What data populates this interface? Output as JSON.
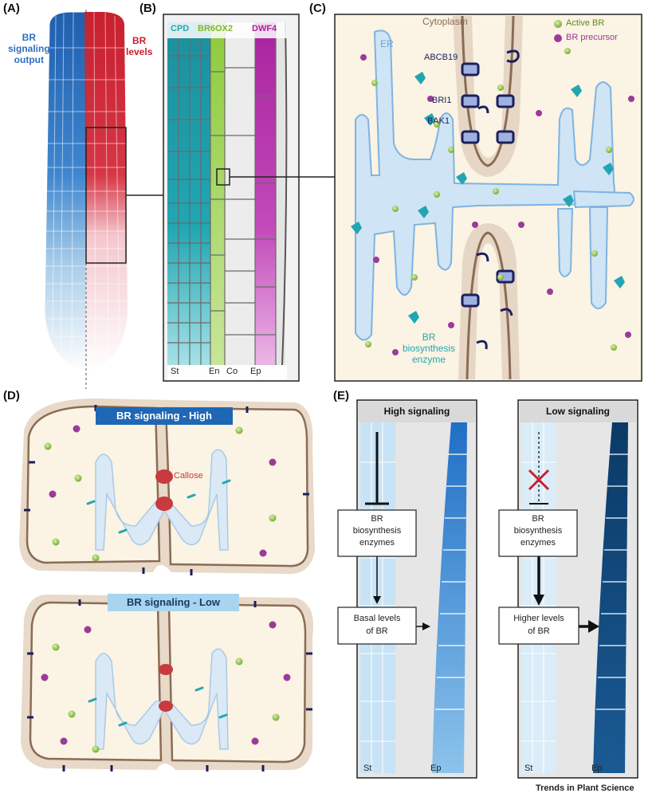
{
  "panels": {
    "a": {
      "letter": "(A)",
      "signaling_label_1": "BR",
      "signaling_label_2": "signaling",
      "signaling_label_3": "output",
      "levels_label_1": "BR",
      "levels_label_2": "levels"
    },
    "b": {
      "letter": "(B)",
      "genes": [
        "CPD",
        "BR6OX2",
        "DWF4"
      ],
      "tissues": [
        "St",
        "En",
        "Co",
        "Ep"
      ]
    },
    "c": {
      "letter": "(C)",
      "cytoplasm": "Cytoplasm",
      "er": "ER",
      "abcb19": "ABCB19",
      "bri1": "BRI1",
      "bak1": "BAK1",
      "legend_active": "Active BR",
      "legend_precursor": "BR precursor",
      "enzyme_1": "BR",
      "enzyme_2": "biosynthesis",
      "enzyme_3": "enzyme"
    },
    "d": {
      "letter": "(D)",
      "high_title": "BR signaling - High",
      "low_title": "BR signaling - Low",
      "callose": "Callose"
    },
    "e": {
      "letter": "(E)",
      "high_title": "High signaling",
      "low_title": "Low signaling",
      "enzymes_1": "BR",
      "enzymes_2": "biosynthesis",
      "enzymes_3": "enzymes",
      "basal_1": "Basal levels",
      "basal_2": "of BR",
      "higher_1": "Higher levels",
      "higher_2": "of BR",
      "st": "St",
      "ep": "Ep"
    }
  },
  "credit": "Trends in Plant Science",
  "colors": {
    "signaling_blue": "#2f6fc0",
    "levels_red": "#c8202f",
    "cyto": "#fbf3e3",
    "wall": "#8a6c55",
    "er": "#cfe4f5",
    "active_br": "#8cc63f",
    "precursor": "#9a3b9a",
    "enzyme": "#22a6b3",
    "high_blue": "#2d86d6",
    "low_blue": "#0c3d6d"
  }
}
